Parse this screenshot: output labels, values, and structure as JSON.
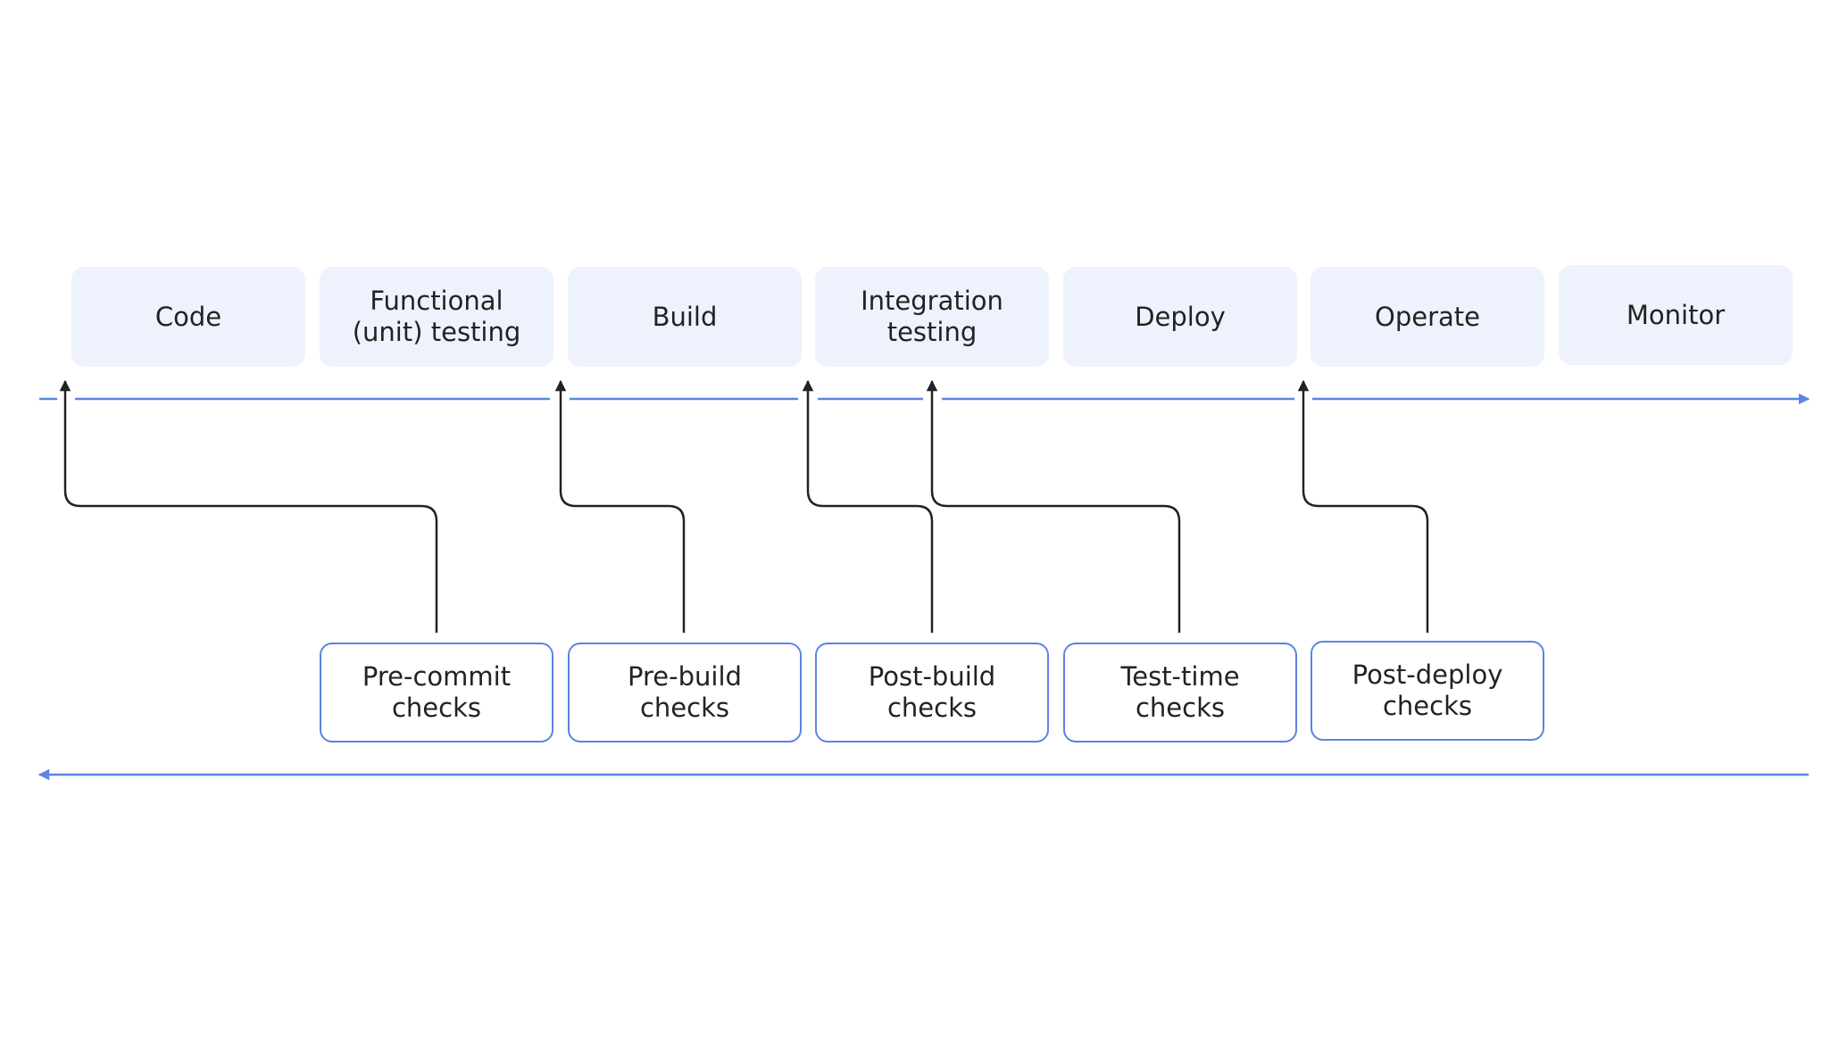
{
  "stages": [
    {
      "label": "Code"
    },
    {
      "label": "Functional\n(unit) testing"
    },
    {
      "label": "Build"
    },
    {
      "label": "Integration\ntesting"
    },
    {
      "label": "Deploy"
    },
    {
      "label": "Operate"
    },
    {
      "label": "Monitor"
    }
  ],
  "checks": [
    {
      "label": "Pre-commit\nchecks"
    },
    {
      "label": "Pre-build\nchecks"
    },
    {
      "label": "Post-build\nchecks"
    },
    {
      "label": "Test-time\nchecks"
    },
    {
      "label": "Post-deploy\nchecks"
    }
  ],
  "colors": {
    "stage_fill": "#eef2fc",
    "flow_line": "#5b84e3",
    "check_border": "#5b84e3",
    "connector": "#222222"
  }
}
